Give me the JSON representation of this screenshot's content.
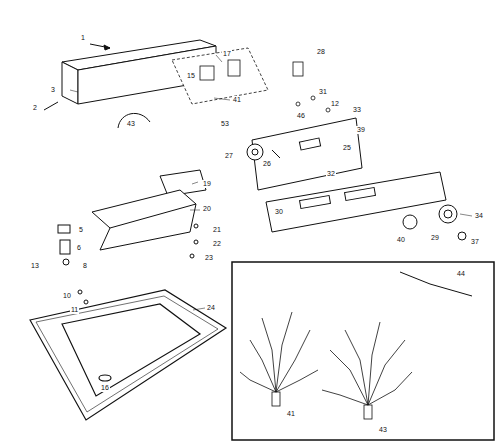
{
  "diagram": {
    "labels": [
      "1",
      "3",
      "17",
      "15",
      "41",
      "53",
      "43",
      "28",
      "46",
      "31",
      "12",
      "33",
      "39",
      "27",
      "26",
      "25",
      "32",
      "30",
      "34",
      "40",
      "29",
      "37",
      "19",
      "20",
      "21",
      "22",
      "23",
      "2",
      "13",
      "5",
      "6",
      "8",
      "10",
      "11",
      "24",
      "16",
      "41",
      "43",
      "44"
    ]
  }
}
